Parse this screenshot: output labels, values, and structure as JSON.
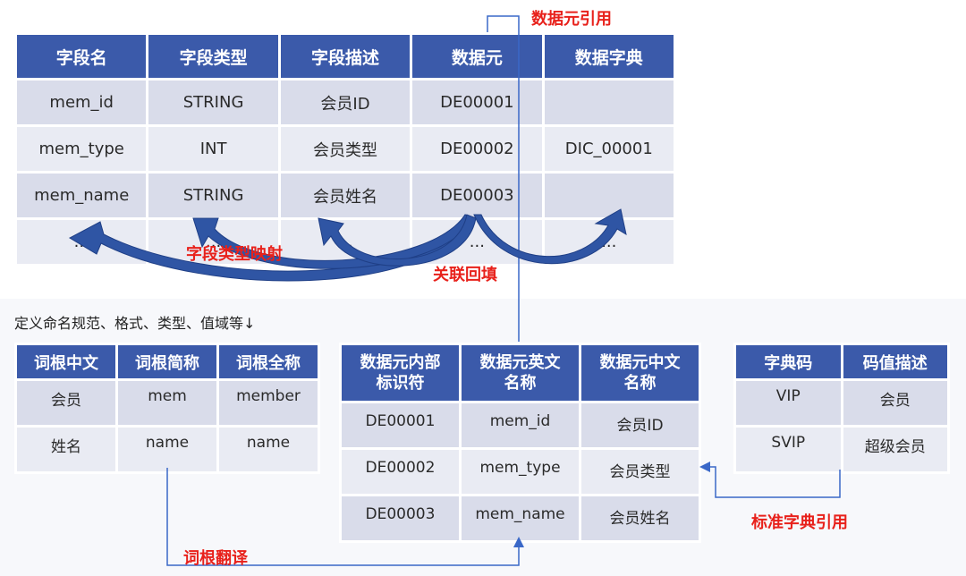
{
  "field_table": {
    "headers": [
      "字段名",
      "字段类型",
      "字段描述",
      "数据元",
      "数据字典"
    ],
    "rows": [
      [
        "mem_id",
        "STRING",
        "会员ID",
        "DE00001",
        ""
      ],
      [
        "mem_type",
        "INT",
        "会员类型",
        "DE00002",
        "DIC_00001"
      ],
      [
        "mem_name",
        "STRING",
        "会员姓名",
        "DE00003",
        ""
      ],
      [
        "...",
        "...",
        "...",
        "...",
        "..."
      ]
    ]
  },
  "root_table": {
    "headers": [
      "词根中文",
      "词根简称",
      "词根全称"
    ],
    "rows": [
      [
        "会员",
        "mem",
        "member"
      ],
      [
        "姓名",
        "name",
        "name"
      ]
    ]
  },
  "data_element_table": {
    "headers": [
      [
        "数据元内部",
        "标识符"
      ],
      [
        "数据元英文",
        "名称"
      ],
      [
        "数据元中文",
        "名称"
      ]
    ],
    "rows": [
      [
        "DE00001",
        "mem_id",
        "会员ID"
      ],
      [
        "DE00002",
        "mem_type",
        "会员类型"
      ],
      [
        "DE00003",
        "mem_name",
        "会员姓名"
      ]
    ]
  },
  "dict_table": {
    "headers": [
      "字典码",
      "码值描述"
    ],
    "rows": [
      [
        "VIP",
        "会员"
      ],
      [
        "SVIP",
        "超级会员"
      ]
    ]
  },
  "labels": {
    "data_element_ref": "数据元引用",
    "field_type_mapping": "字段类型映射",
    "link_backfill": "关联回填",
    "definition_note": "定义命名规范、格式、类型、值域等↓",
    "root_translation": "词根翻译",
    "std_dict_ref": "标准字典引用"
  },
  "colors": {
    "header_bg": "#3b5aaa",
    "cell_bg": "#d9dcea",
    "cell_bg_alt": "#e9ebf3",
    "arrow_blue": "#2f55a4",
    "label_red": "#e8211b",
    "connector_blue": "#3a68c8"
  }
}
